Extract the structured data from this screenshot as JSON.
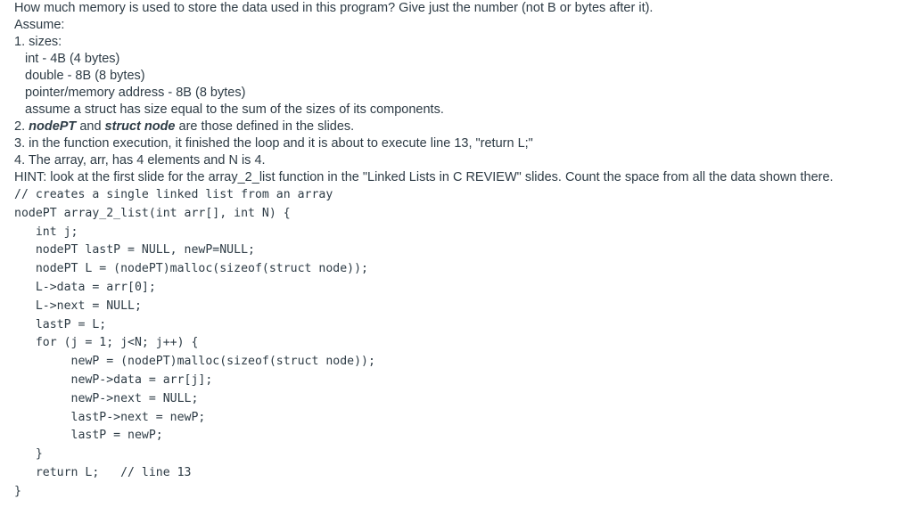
{
  "question": {
    "title": "How much memory is used to store the data used in this program? Give just the number (not B or bytes after it).",
    "assume_label": "Assume:",
    "item1_label": "1. sizes:",
    "sizes": [
      "int - 4B (4 bytes)",
      "double - 8B (8 bytes)",
      "pointer/memory address - 8B (8 bytes)",
      "assume a struct has size equal to the sum of the sizes of its components."
    ],
    "item2_prefix": "2. ",
    "item2_term1": "nodePT",
    "item2_and": " and ",
    "item2_term2": "struct node",
    "item2_suffix": " are those defined in the slides.",
    "item3": "3. in the function execution, it finished the loop and it is about to execute line 13,  \"return L;\"",
    "item4": "4. The array, arr, has 4 elements and N is 4.",
    "hint": "HINT: look at the first slide for the  array_2_list function in the \"Linked Lists in C REVIEW\" slides. Count the space from all the data shown there."
  },
  "code": [
    "// creates a single linked list from an array",
    "nodePT array_2_list(int arr[], int N) {",
    "   int j;",
    "   nodePT lastP = NULL, newP=NULL;",
    "   nodePT L = (nodePT)malloc(sizeof(struct node));",
    "   L->data = arr[0];",
    "   L->next = NULL;",
    "   lastP = L;",
    "   for (j = 1; j<N; j++) {",
    "        newP = (nodePT)malloc(sizeof(struct node));",
    "        newP->data = arr[j];",
    "        newP->next = NULL;",
    "        lastP->next = newP;",
    "        lastP = newP;",
    "   }",
    "   return L;   // line 13",
    "}"
  ]
}
